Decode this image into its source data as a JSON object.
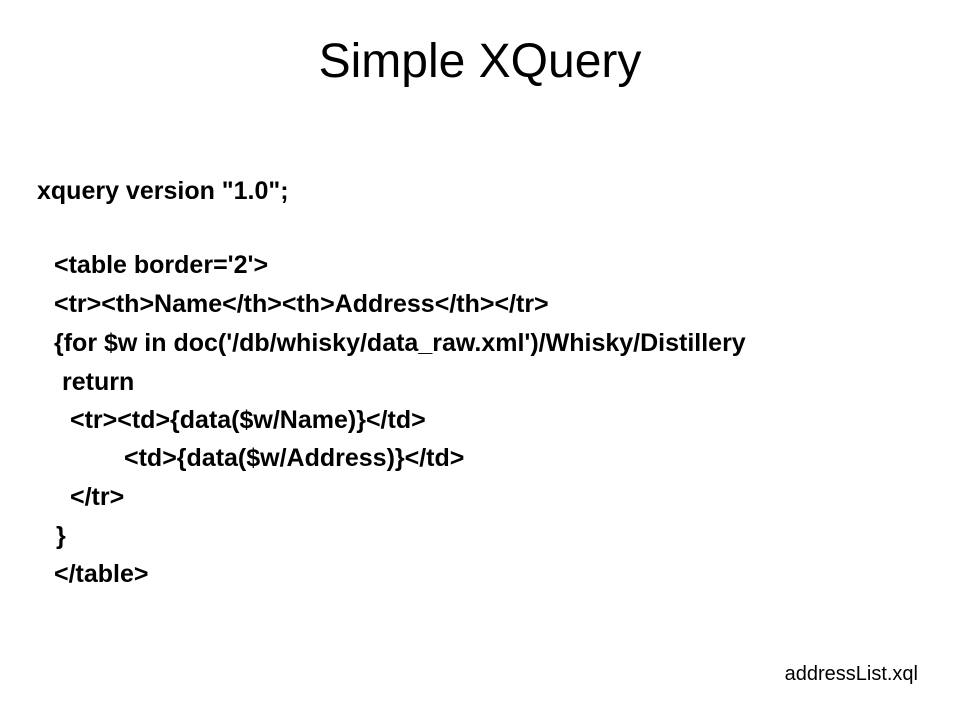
{
  "slide": {
    "title": "Simple XQuery",
    "code_lines": [
      "xquery version \"1.0\";",
      "<table border='2'>",
      "<tr><th>Name</th><th>Address</th></tr>",
      "{for $w in doc('/db/whisky/data_raw.xml')/Whisky/Distillery",
      "return",
      "<tr><td>{data($w/Name)}</td>",
      "<td>{data($w/Address)}</td>",
      "</tr>",
      "}",
      "</table>"
    ],
    "footer": "addressList.xql"
  }
}
